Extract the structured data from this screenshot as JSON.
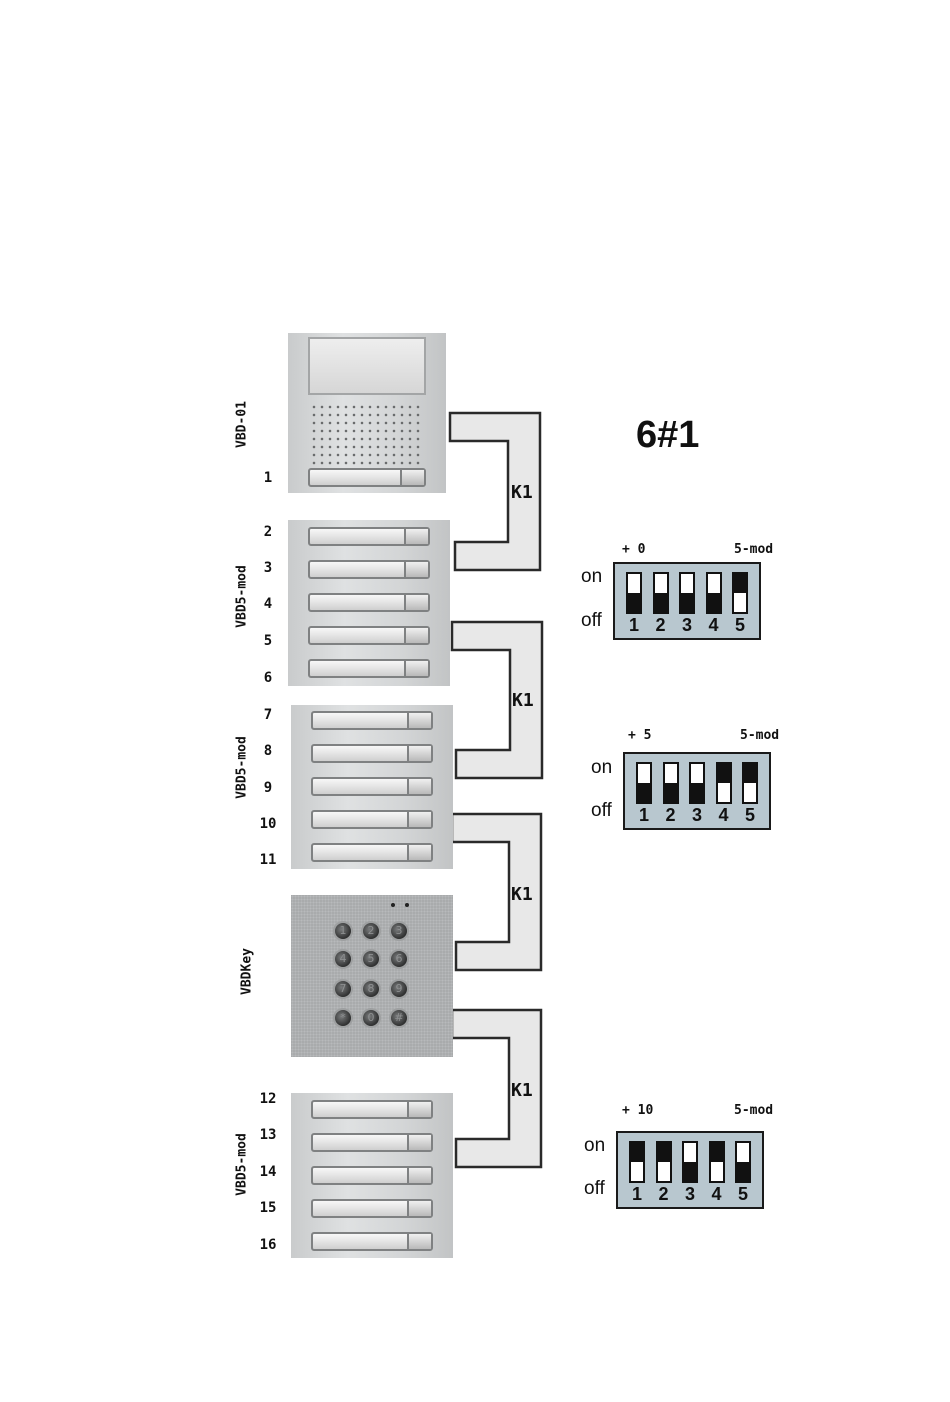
{
  "title": "6#1",
  "modules": [
    {
      "label": "VBD-01",
      "buttons": [
        "1"
      ]
    },
    {
      "label": "VBD5-mod",
      "buttons": [
        "2",
        "3",
        "4",
        "5",
        "6"
      ]
    },
    {
      "label": "VBD5-mod",
      "buttons": [
        "7",
        "8",
        "9",
        "10",
        "11"
      ]
    },
    {
      "label": "VBDKey",
      "keys": [
        "1",
        "2",
        "3",
        "4",
        "5",
        "6",
        "7",
        "8",
        "9",
        "*",
        "0",
        "#"
      ]
    },
    {
      "label": "VBD5-mod",
      "buttons": [
        "12",
        "13",
        "14",
        "15",
        "16"
      ]
    }
  ],
  "connectors": [
    "K1",
    "K1",
    "K1",
    "K1"
  ],
  "dip_switches": [
    {
      "offset": "+ 0",
      "mode": "5-mod",
      "on_label": "on",
      "off_label": "off",
      "numbers": [
        "1",
        "2",
        "3",
        "4",
        "5"
      ],
      "states": [
        "off",
        "off",
        "off",
        "off",
        "on"
      ]
    },
    {
      "offset": "+ 5",
      "mode": "5-mod",
      "on_label": "on",
      "off_label": "off",
      "numbers": [
        "1",
        "2",
        "3",
        "4",
        "5"
      ],
      "states": [
        "off",
        "off",
        "off",
        "on",
        "on"
      ]
    },
    {
      "offset": "+ 10",
      "mode": "5-mod",
      "on_label": "on",
      "off_label": "off",
      "numbers": [
        "1",
        "2",
        "3",
        "4",
        "5"
      ],
      "states": [
        "on",
        "on",
        "off",
        "on",
        "off"
      ]
    }
  ],
  "colors": {
    "dip_background": "#b8c7cf",
    "connector_fill": "#e8e8e8",
    "panel": "#d3d5d6"
  }
}
